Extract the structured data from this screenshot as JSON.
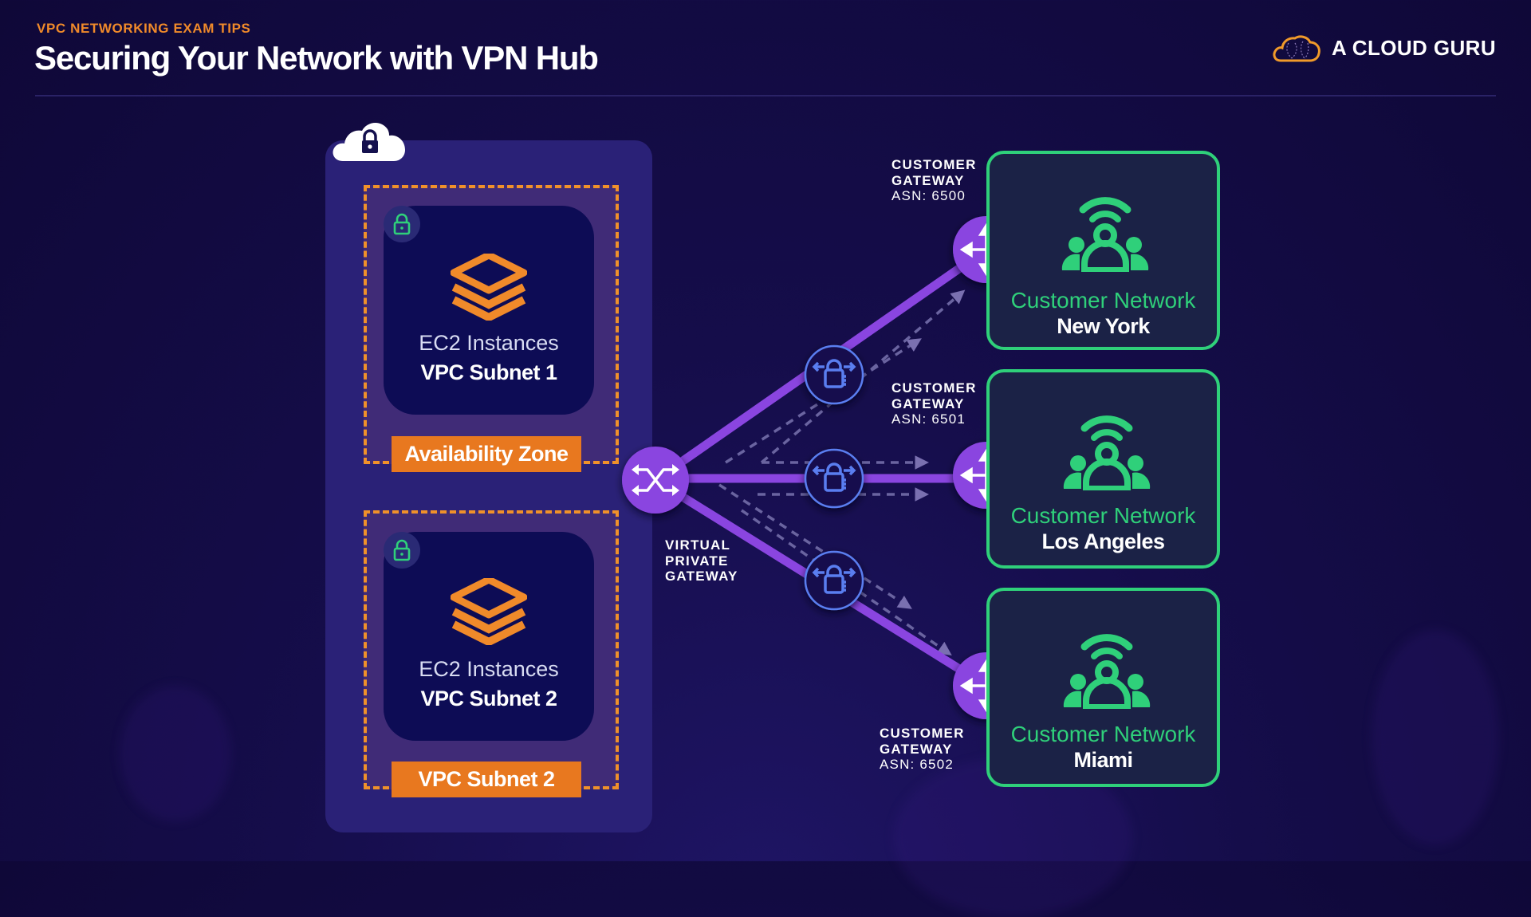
{
  "header": {
    "eyebrow": "VPC NETWORKING EXAM TIPS",
    "title": "Securing Your Network with VPN Hub",
    "brand": "A CLOUD GURU"
  },
  "colors": {
    "accent_orange": "#e8781f",
    "accent_purple": "#8a45e0",
    "accent_green": "#2fd07a",
    "vpn_blue": "#5a7ef0",
    "background": "#150d4a"
  },
  "vpc": {
    "icon": "cloud-lock-icon",
    "subnets": [
      {
        "lock_icon": "lock-icon",
        "instance_icon": "ec2-stack-icon",
        "line1": "EC2 Instances",
        "line2": "VPC Subnet 1",
        "zone_label": "Availability Zone"
      },
      {
        "lock_icon": "lock-icon",
        "instance_icon": "ec2-stack-icon",
        "line1": "EC2 Instances",
        "line2": "VPC Subnet 2",
        "zone_label": "VPC Subnet 2"
      }
    ]
  },
  "virtual_private_gateway": {
    "icon": "router-crossover-icon",
    "label_lines": [
      "VIRTUAL",
      "PRIVATE",
      "GATEWAY"
    ]
  },
  "vpn_connections": [
    {
      "icon": "vpn-lock-icon",
      "to": "New York"
    },
    {
      "icon": "vpn-lock-icon",
      "to": "Los Angeles"
    },
    {
      "icon": "vpn-lock-icon",
      "to": "Miami"
    }
  ],
  "customer_gateways": [
    {
      "label1": "CUSTOMER",
      "label2": "GATEWAY",
      "asn": "ASN: 6500",
      "icon": "move-arrows-icon"
    },
    {
      "label1": "CUSTOMER",
      "label2": "GATEWAY",
      "asn": "ASN: 6501",
      "icon": "move-arrows-icon"
    },
    {
      "label1": "CUSTOMER",
      "label2": "GATEWAY",
      "asn": "ASN: 6502",
      "icon": "move-arrows-icon"
    }
  ],
  "customer_networks": [
    {
      "title": "Customer Network",
      "city": "New York",
      "icon": "user-group-wifi-icon"
    },
    {
      "title": "Customer Network",
      "city": "Los Angeles",
      "icon": "user-group-wifi-icon"
    },
    {
      "title": "Customer Network",
      "city": "Miami",
      "icon": "user-group-wifi-icon"
    }
  ]
}
